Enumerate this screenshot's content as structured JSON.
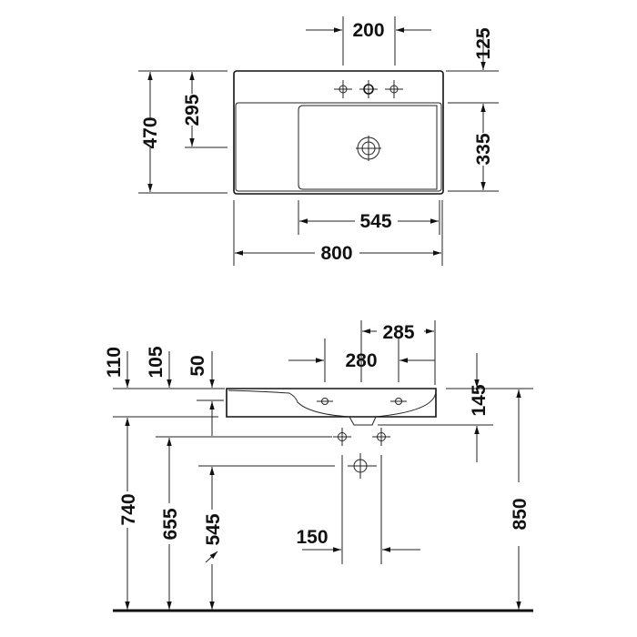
{
  "top_view": {
    "tap_spacing": "200",
    "tap_offset": "125",
    "depth": "470",
    "drain_offset": "295",
    "bowl_depth": "335",
    "bowl_width": "545",
    "width": "800"
  },
  "side_view": {
    "outer_span": "285",
    "inner_span": "280",
    "h110": "110",
    "h105": "105",
    "h50": "50",
    "h145": "145",
    "h740": "740",
    "h655": "655",
    "h545": "545",
    "h850": "850",
    "w150": "150"
  }
}
